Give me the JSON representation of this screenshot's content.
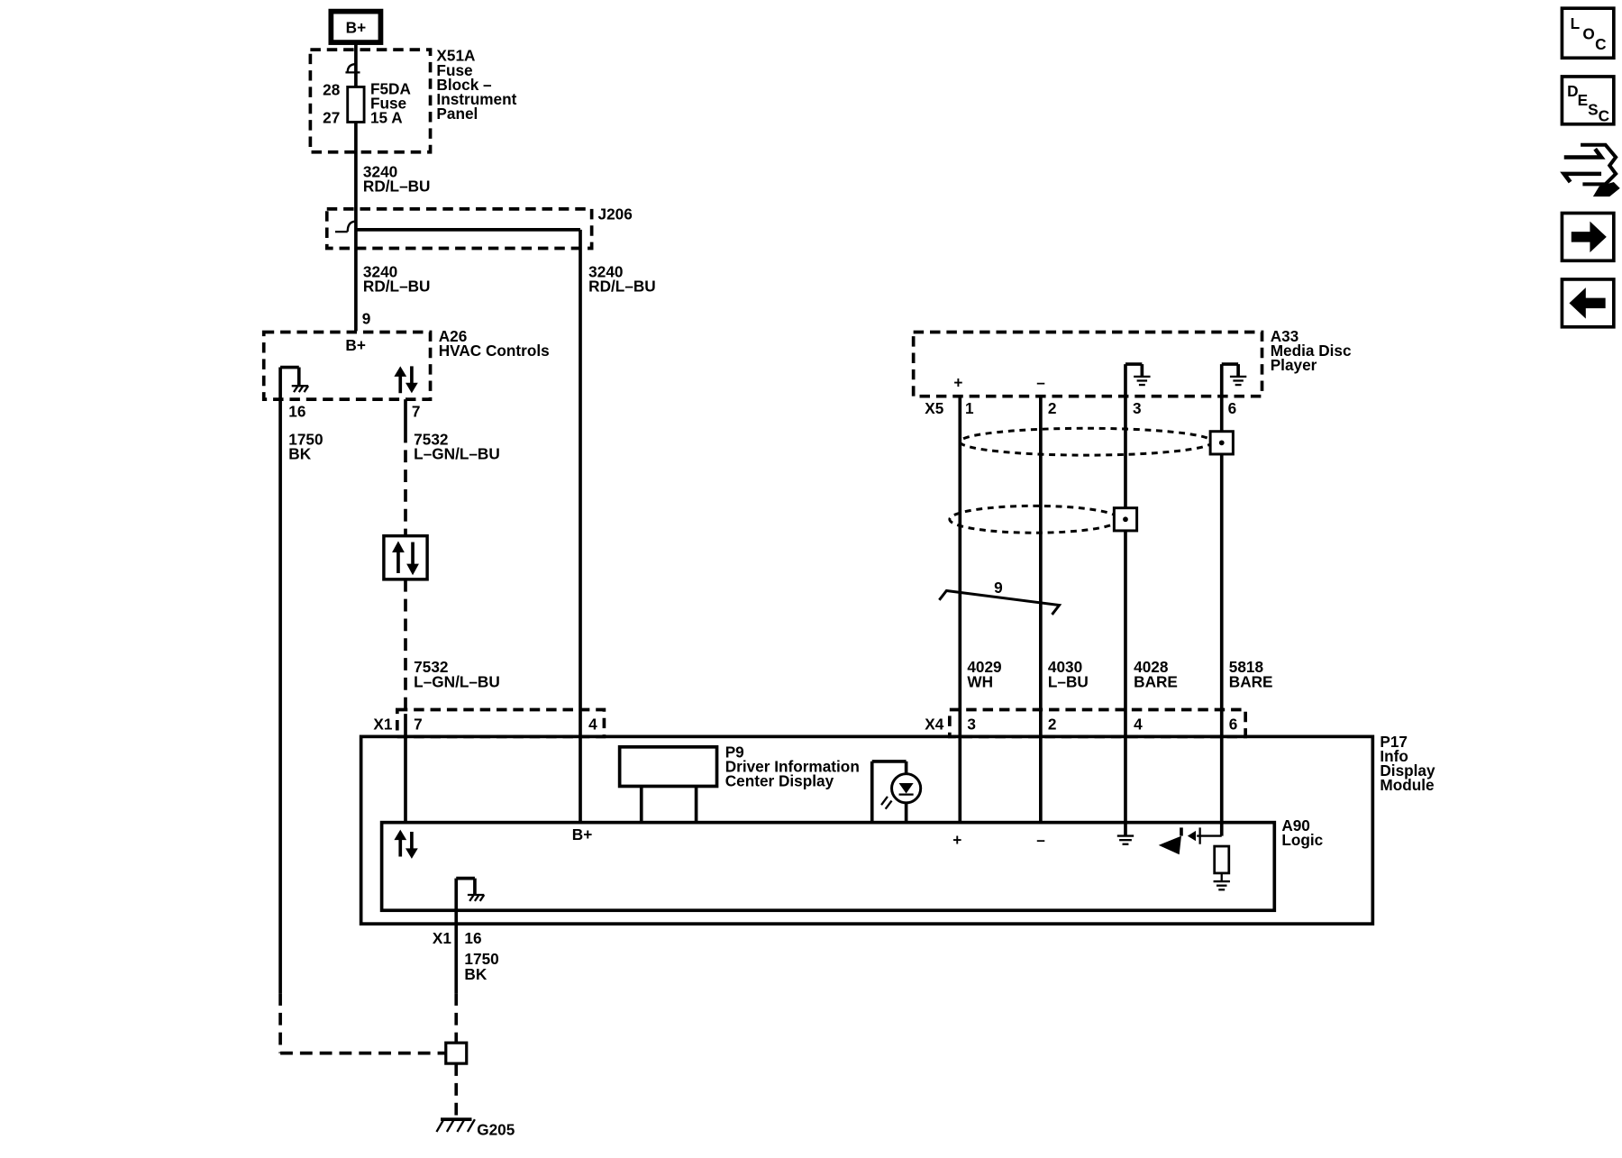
{
  "power_source": {
    "label": "B+"
  },
  "fuse_block": {
    "id": "X51A",
    "name_lines": [
      "Fuse",
      "Block –",
      "Instrument",
      "Panel"
    ],
    "pin_top": "28",
    "pin_bottom": "27",
    "fuse_lines": [
      "F5DA",
      "Fuse",
      "15 A"
    ]
  },
  "wire_3240_a": {
    "circuit": "3240",
    "color": "RD/L–BU"
  },
  "splice": {
    "id": "J206"
  },
  "wire_3240_b": {
    "circuit": "3240",
    "color": "RD/L–BU"
  },
  "wire_3240_c": {
    "circuit": "3240",
    "color": "RD/L–BU"
  },
  "hvac": {
    "pin_power": "9",
    "power_label": "B+",
    "id": "A26",
    "name": "HVAC Controls",
    "pin_ground": "16",
    "pin_data": "7"
  },
  "wire_1750_a": {
    "circuit": "1750",
    "color": "BK"
  },
  "wire_7532_a": {
    "circuit": "7532",
    "color": "L–GN/L–BU"
  },
  "wire_7532_b": {
    "circuit": "7532",
    "color": "L–GN/L–BU"
  },
  "media_player": {
    "id": "A33",
    "name_lines": [
      "Media Disc",
      "Player"
    ],
    "connector": "X5",
    "pins": [
      "1",
      "2",
      "3",
      "6"
    ],
    "plus": "+",
    "minus": "–"
  },
  "twisted_pair": {
    "twists": "9"
  },
  "wires_right": [
    {
      "circuit": "4029",
      "color": "WH"
    },
    {
      "circuit": "4030",
      "color": "L–BU"
    },
    {
      "circuit": "4028",
      "color": "BARE"
    },
    {
      "circuit": "5818",
      "color": "BARE"
    }
  ],
  "module_left_conn": {
    "id": "X1",
    "pin_data": "7",
    "pin_power": "4"
  },
  "module_right_conn": {
    "id": "X4",
    "pins": [
      "3",
      "2",
      "4",
      "6"
    ]
  },
  "module": {
    "id": "P17",
    "name_lines": [
      "Info",
      "Display",
      "Module"
    ]
  },
  "display": {
    "id": "P9",
    "name_lines": [
      "Driver Information",
      "Center Display"
    ]
  },
  "logic": {
    "id": "A90",
    "name": "Logic",
    "power_label": "B+",
    "plus": "+",
    "minus": "–"
  },
  "module_ground": {
    "connector": "X1",
    "pin": "16",
    "circuit": "1750",
    "color": "BK"
  },
  "ground": {
    "id": "G205"
  },
  "nav_buttons": [
    {
      "name": "loc-button",
      "icon": "loc-icon",
      "letters": [
        "L",
        "O",
        "C"
      ]
    },
    {
      "name": "desc-button",
      "icon": "desc-icon",
      "letters": [
        "D",
        "E",
        "S",
        "C"
      ]
    },
    {
      "name": "connector-view-button",
      "icon": "connector-wrench-icon"
    },
    {
      "name": "next-button",
      "icon": "arrow-right-icon"
    },
    {
      "name": "previous-button",
      "icon": "arrow-left-icon"
    }
  ]
}
